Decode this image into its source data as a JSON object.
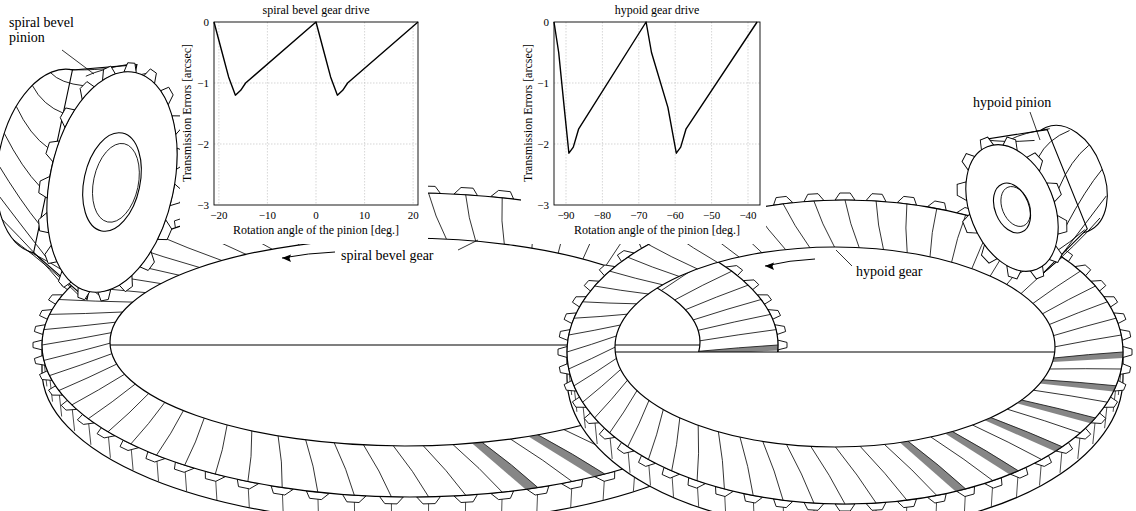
{
  "diagram": {
    "labels": [
      "spiral bevel pinion",
      "spiral bevel gear drive",
      "0",
      "−1",
      "−2",
      "−3",
      "Transmission Errors [arcsec]",
      "−20",
      "−10",
      "0",
      "10",
      "20",
      "Rotation angle of the pinion [deg.]",
      "hypoid gear drive",
      "0",
      "−1",
      "−2",
      "−3",
      "Transmission Errors [arcsec]",
      "−90",
      "−80",
      "−70",
      "−60",
      "−50",
      "−40",
      "Rotation angle of the pinion [deg.]",
      "spiral bevel gear",
      "hypoid pinion",
      "hypoid gear"
    ]
  }
}
